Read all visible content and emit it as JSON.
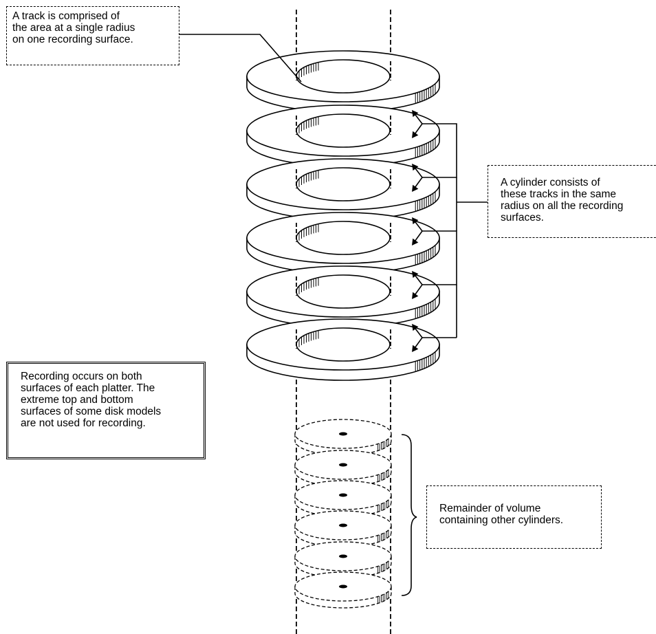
{
  "callouts": {
    "track": "A track is comprised of\nthe area at a single radius\non one recording surface.",
    "cylinder": "A cylinder consists of\nthese tracks in the same\nradius on all the recording\nsurfaces.",
    "recording": "Recording occurs on both\nsurfaces of each platter. The\nextreme top and bottom\nsurfaces of some disk models\nare not used for recording.",
    "remainder": "Remainder of volume\ncontaining other cylinders."
  },
  "platters": {
    "solid_count": 6,
    "dashed_count": 6
  },
  "colors": {
    "ink": "#000000",
    "background": "#ffffff"
  }
}
